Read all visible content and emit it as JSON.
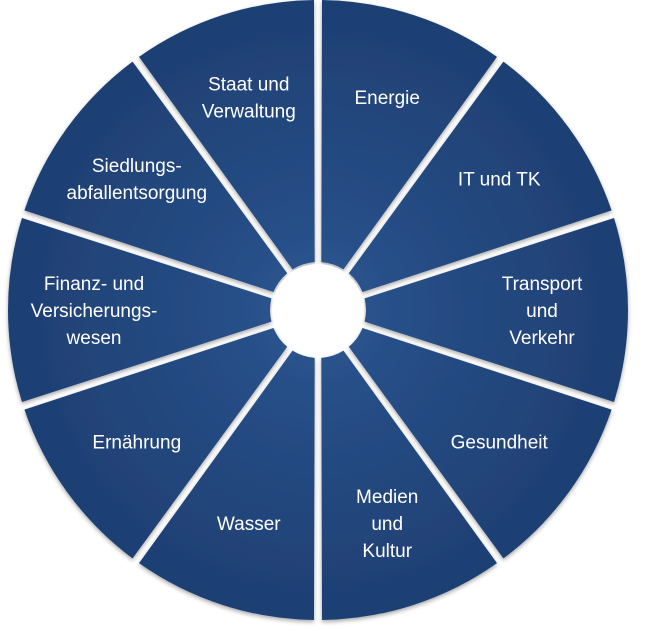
{
  "segments": [
    {
      "id": "energie",
      "lines": [
        "Energie"
      ]
    },
    {
      "id": "it-und-tk",
      "lines": [
        "IT und TK"
      ]
    },
    {
      "id": "transport-und-verkehr",
      "lines": [
        "Transport",
        "und",
        "Verkehr"
      ]
    },
    {
      "id": "gesundheit",
      "lines": [
        "Gesundheit"
      ]
    },
    {
      "id": "medien-und-kultur",
      "lines": [
        "Medien",
        "und",
        "Kultur"
      ]
    },
    {
      "id": "wasser",
      "lines": [
        "Wasser"
      ]
    },
    {
      "id": "ernaehrung",
      "lines": [
        "Ernährung"
      ]
    },
    {
      "id": "finanz-und-versicherungswesen",
      "lines": [
        "Finanz- und",
        "Versicherungs-",
        "wesen"
      ]
    },
    {
      "id": "siedlungsabfallentsorgung",
      "lines": [
        "Siedlungs-",
        "abfallentsorgung"
      ]
    },
    {
      "id": "staat-und-verwaltung",
      "lines": [
        "Staat und",
        "Verwaltung"
      ]
    }
  ],
  "colors": {
    "segment_fill": "#1e3f73",
    "segment_fill_light": "#2c5691",
    "text": "#ffffff",
    "separator": "#ffffff"
  }
}
